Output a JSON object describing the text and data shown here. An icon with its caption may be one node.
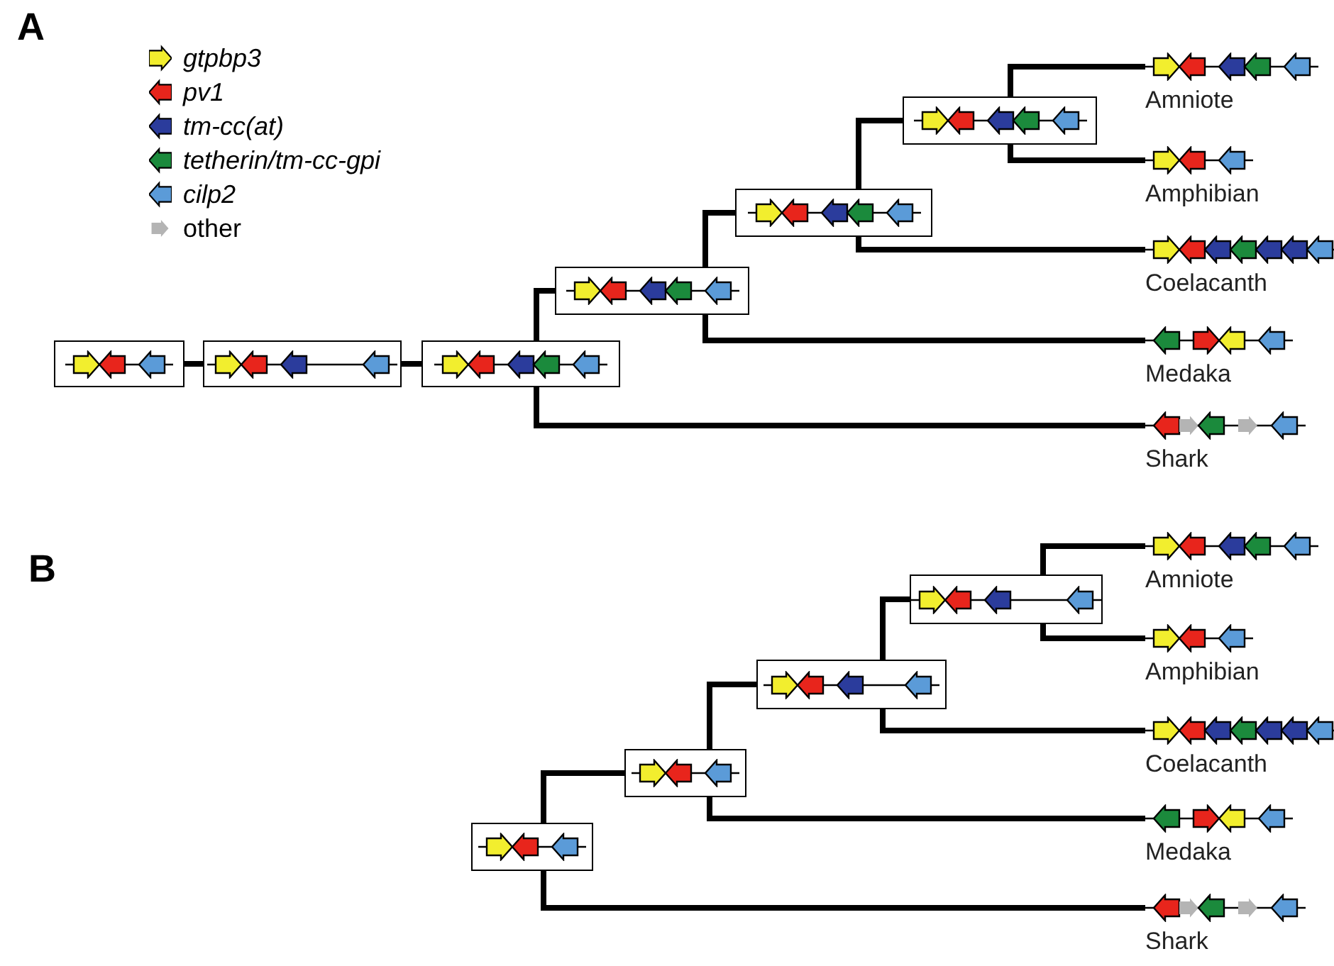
{
  "diagram": {
    "nodes": [
      {
        "text": [],
        "shape": "box"
      },
      {
        "text": [],
        "shape": "box"
      },
      {
        "text": [],
        "shape": "box"
      },
      {
        "text": [],
        "shape": "box"
      },
      {
        "text": [],
        "shape": "box"
      },
      {
        "text": [],
        "shape": "box"
      },
      {
        "text": [],
        "shape": "picture",
        "beside": [
          "Amniote"
        ]
      },
      {
        "text": [],
        "shape": "picture",
        "beside": [
          "Amphibian"
        ]
      },
      {
        "text": [],
        "shape": "picture",
        "beside": [
          "Coelacanth"
        ]
      },
      {
        "text": [],
        "shape": "picture",
        "beside": [
          "Medaka"
        ]
      },
      {
        "text": [],
        "shape": "picture",
        "beside": [
          "Shark"
        ]
      },
      {
        "text": [],
        "shape": "box"
      },
      {
        "text": [],
        "shape": "box"
      },
      {
        "text": [],
        "shape": "box"
      },
      {
        "text": [],
        "shape": "box"
      },
      {
        "text": [],
        "shape": "picture",
        "beside": [
          "Amniote"
        ]
      },
      {
        "text": [],
        "shape": "picture",
        "beside": [
          "Amphibian"
        ]
      },
      {
        "text": [],
        "shape": "picture",
        "beside": [
          "Coelacanth"
        ]
      },
      {
        "text": [],
        "shape": "picture",
        "beside": [
          "Medaka"
        ]
      },
      {
        "text": [],
        "shape": "picture",
        "beside": [
          "Shark"
        ]
      }
    ],
    "edges": [
      {
        "from": 0,
        "to": 1,
        "arrow": "none"
      },
      {
        "from": 1,
        "to": 2,
        "arrow": "none"
      },
      {
        "from": 2,
        "to": 3,
        "arrow": "none"
      },
      {
        "from": 2,
        "to": 10,
        "arrow": "none"
      },
      {
        "from": 3,
        "to": 4,
        "arrow": "none"
      },
      {
        "from": 3,
        "to": 9,
        "arrow": "none"
      },
      {
        "from": 4,
        "to": 5,
        "arrow": "none"
      },
      {
        "from": 4,
        "to": 8,
        "arrow": "none"
      },
      {
        "from": 5,
        "to": 6,
        "arrow": "none"
      },
      {
        "from": 5,
        "to": 7,
        "arrow": "none"
      },
      {
        "from": 11,
        "to": 12,
        "arrow": "none"
      },
      {
        "from": 11,
        "to": 19,
        "arrow": "none"
      },
      {
        "from": 12,
        "to": 13,
        "arrow": "none"
      },
      {
        "from": 12,
        "to": 18,
        "arrow": "none"
      },
      {
        "from": 13,
        "to": 14,
        "arrow": "none"
      },
      {
        "from": 13,
        "to": 17,
        "arrow": "none"
      },
      {
        "from": 14,
        "to": 15,
        "arrow": "none"
      },
      {
        "from": 14,
        "to": 16,
        "arrow": "none"
      }
    ],
    "labels": [
      "A",
      "B"
    ],
    "legend": [
      {
        "text": "gtpbp3",
        "color": "#f2ee2e"
      },
      {
        "text": "pv1",
        "color": "#e8251c"
      },
      {
        "text": "tm-cc(at)",
        "color": "#2b3c9c"
      },
      {
        "text": "tetherin/tm-cc-gpi",
        "color": "#1b8a3c"
      },
      {
        "text": "cilp2",
        "color": "#5b9bd8"
      },
      {
        "text": "other",
        "color": "#b4b4b4"
      }
    ]
  }
}
